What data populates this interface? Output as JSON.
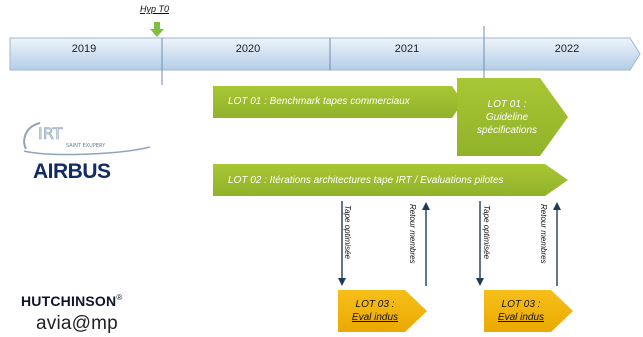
{
  "timeline": {
    "years": [
      "2019",
      "2020",
      "2021",
      "2022"
    ],
    "milestone_label": "Hyp T0"
  },
  "lots": {
    "lot01_benchmark": "LOT 01 : Benchmark tapes commerciaux",
    "lot01_guideline": [
      "LOT 01 :",
      "Guideline",
      "spécifications"
    ],
    "lot02": "LOT 02 : Itérations architectures tape IRT / Evaluations pilotes",
    "lot03_a": [
      "LOT 03 :",
      "Eval indus"
    ],
    "lot03_b": [
      "LOT 03 :",
      "Eval indus"
    ]
  },
  "flows": {
    "down_label_1": "Tape optimisée",
    "up_label_1": "Retour membres",
    "down_label_2": "Tape optimisée",
    "up_label_2": "Retour membres"
  },
  "logos": {
    "irt_text": "IRT",
    "irt_subtext": "SAINT EXUPERY",
    "airbus": "AIRBUS",
    "hutchinson": "HUTCHINSON",
    "hutchinson_mark": "®",
    "aviacomp": "avia@mp"
  },
  "colors": {
    "timeline_top": "#e9f1f9",
    "timeline_bottom": "#a9c5e1",
    "lot_green": "#9bbb2a",
    "lot_orange": "#f2b300",
    "arrow_dark": "#1f3b57",
    "milestone_green": "#7fbf3f"
  }
}
